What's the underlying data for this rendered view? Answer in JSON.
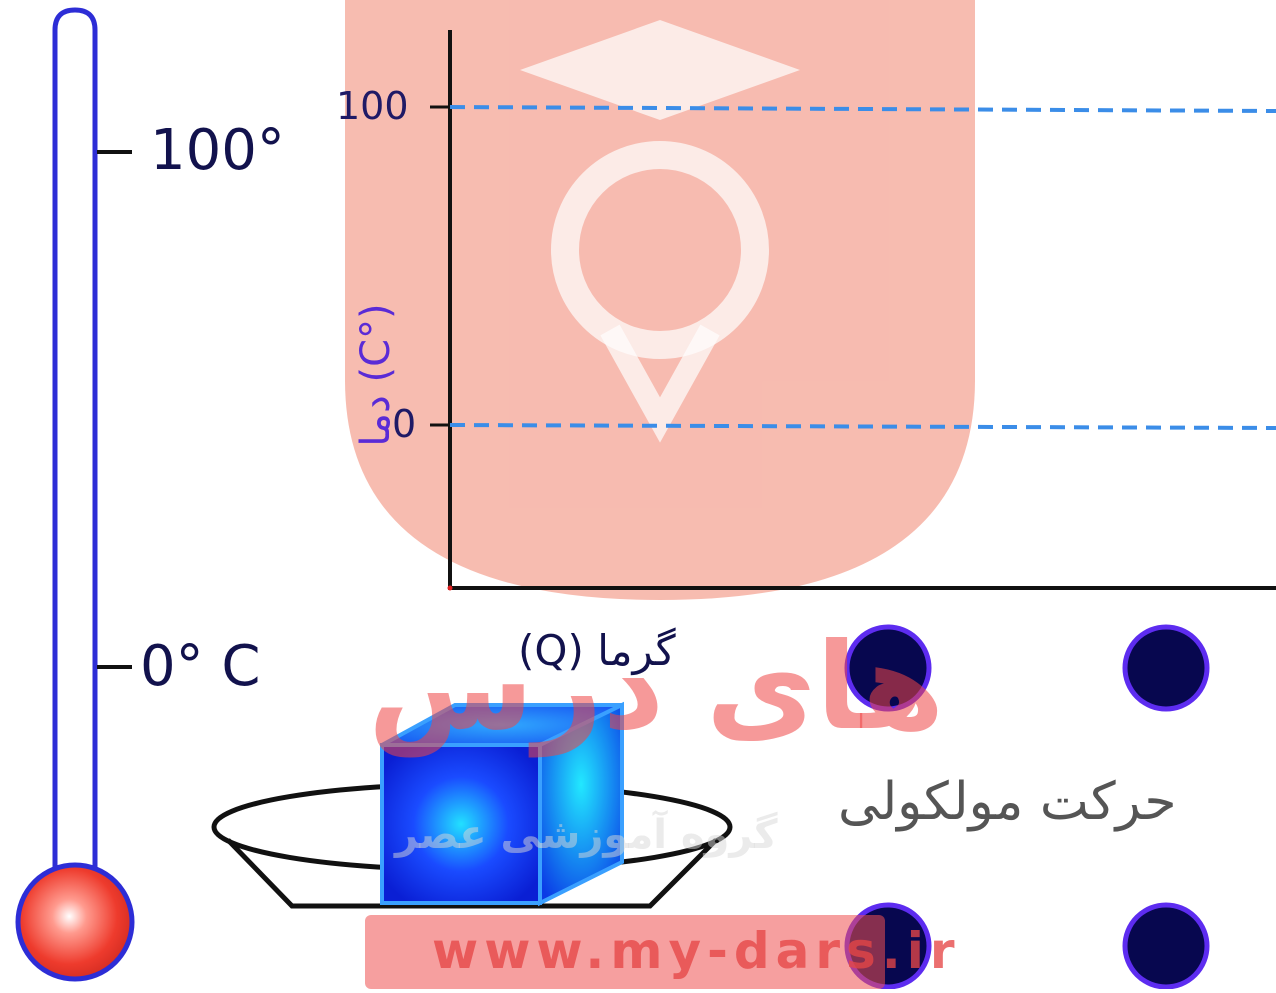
{
  "thermometer": {
    "label_top": "100°",
    "label_bottom": "0° C",
    "bulb_color": "#e8392c",
    "tube_color": "#2d2dd6"
  },
  "graph": {
    "y_axis_label": "دما (C°)",
    "x_axis_label": "گرما (Q)",
    "y_ticks": [
      "100",
      "0"
    ],
    "reference_line_color": "#3b8de8"
  },
  "molecules": {
    "caption": "حرکت مولکولی",
    "dot_color": "#07074f",
    "dot_ring_color": "#5d2cf0"
  },
  "ice_cube": {
    "color": "#1a3cff"
  },
  "watermark": {
    "url": "www.my-dars.ir",
    "group": "گروه آموزشی عصر",
    "brand": "های درس"
  }
}
